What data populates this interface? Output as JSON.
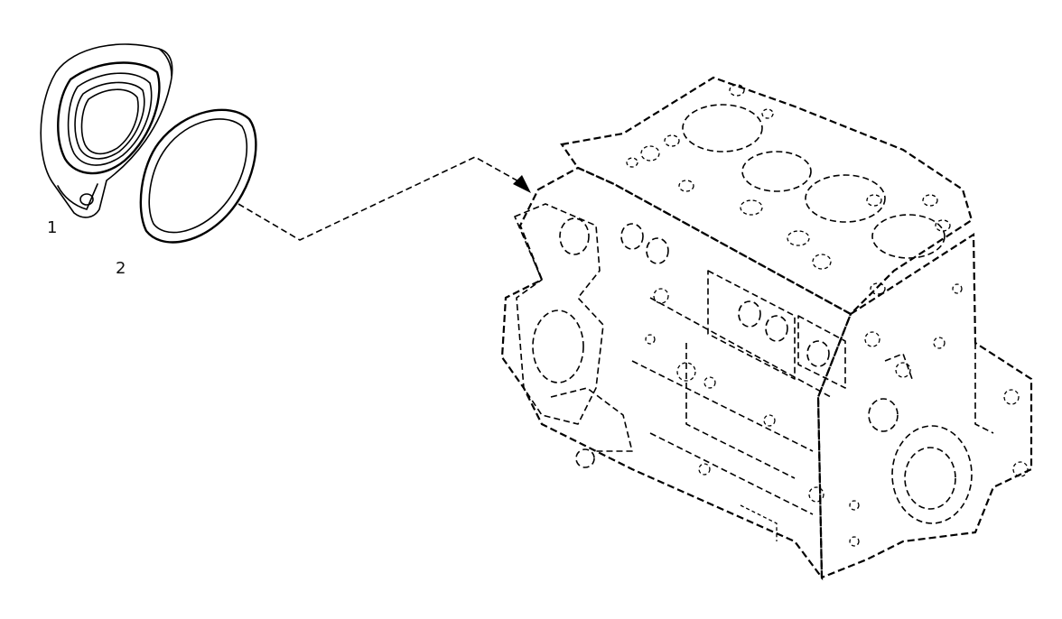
{
  "callouts": [
    {
      "id": "1",
      "text": "1",
      "part": "rear-crankshaft-seal-housing"
    },
    {
      "id": "2",
      "text": "2",
      "part": "o-ring-gasket"
    }
  ],
  "colors": {
    "background": "#ffffff",
    "line": "#000000"
  }
}
